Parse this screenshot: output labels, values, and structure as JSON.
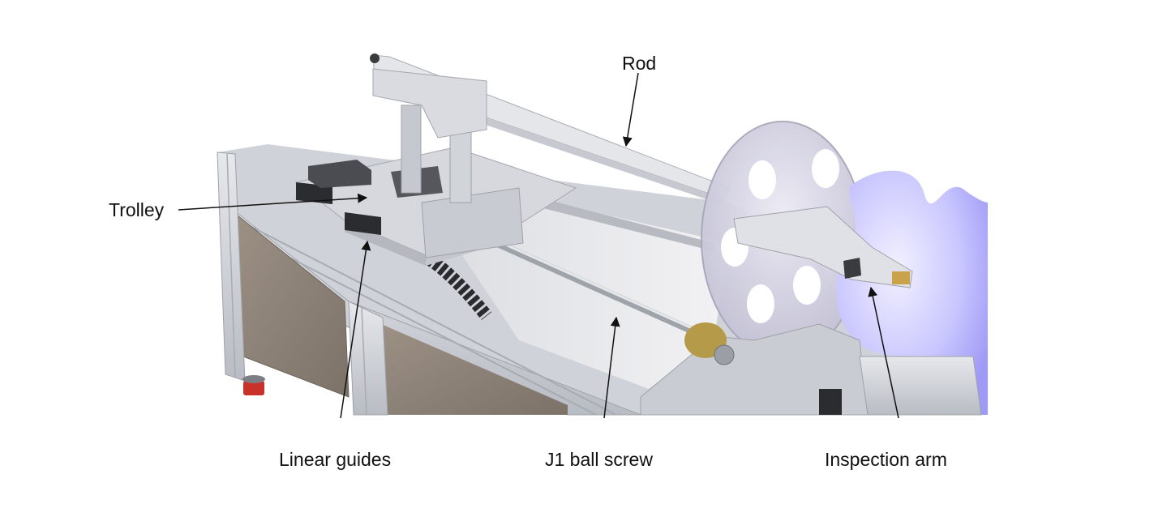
{
  "labels": {
    "rod": "Rod",
    "trolley": "Trolley",
    "linear_guides": "Linear guides",
    "j1_ball_screw": "J1 ball screw",
    "inspection_arm": "Inspection arm"
  },
  "colors": {
    "aluminum_light": "#dcdee3",
    "aluminum_mid": "#bfc2c8",
    "aluminum_dark": "#8e9299",
    "glass_panel": "#8a7f74",
    "bellows": "#b9b4ff",
    "brass": "#b59a4a",
    "leader_line": "#111111"
  }
}
